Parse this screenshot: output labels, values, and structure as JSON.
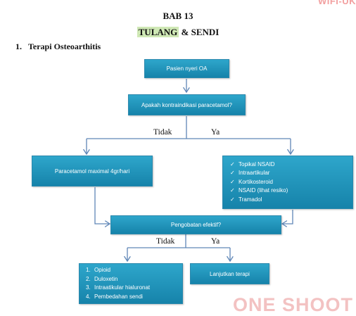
{
  "watermarks": {
    "corner": "WIFI-UK",
    "bottom": "ONE SHOOT"
  },
  "heading": {
    "chapter": "BAB 13",
    "subtitle_highlighted": "TULANG",
    "subtitle_rest": " & SENDI"
  },
  "section": {
    "number": "1.",
    "title": "Terapi Osteoarthitis"
  },
  "flowchart": {
    "start": "Pasien nyeri OA",
    "question1": "Apakah kontraindikasi paracetamol?",
    "branch_no_1": "Tidak",
    "branch_yes_1": "Ya",
    "paracetamol": "Paracetamol maximal 4gr/hari",
    "alternatives": [
      "Topikal NSAID",
      "Intraartikular",
      "Kortikosteroid",
      "NSAID (lihat resiko)",
      "Tramadol"
    ],
    "check_mark": "✓",
    "question2": "Pengobatan efektif?",
    "branch_no_2": "Tidak",
    "branch_yes_2": "Ya",
    "second_line": [
      "Opioid",
      "Duloxetin",
      "Intraatikular hialuronat",
      "Pembedahan  sendi"
    ],
    "second_line_numbers": [
      "1.",
      "2.",
      "3.",
      "4."
    ],
    "continue": "Lanjutkan terapi"
  }
}
